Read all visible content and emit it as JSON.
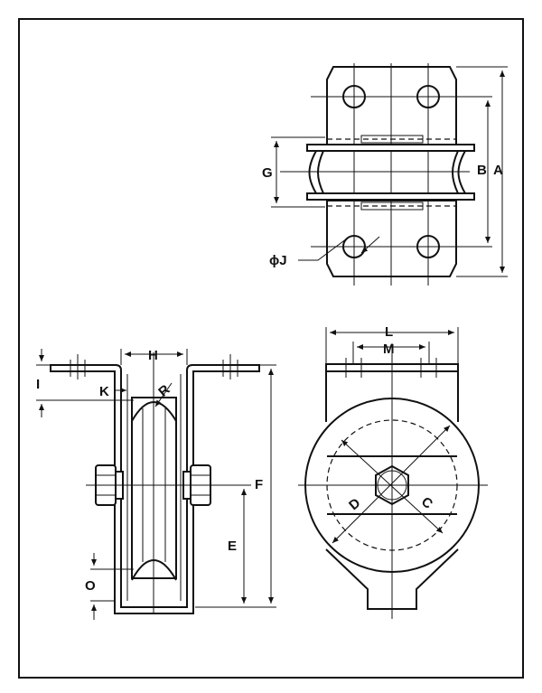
{
  "labels": {
    "A": "A",
    "B": "B",
    "G": "G",
    "J": "ϕJ",
    "H": "H",
    "I": "I",
    "K": "K",
    "R": "R",
    "F": "F",
    "E": "E",
    "O": "O",
    "L": "L",
    "M": "M",
    "D": "D",
    "C": "C"
  }
}
